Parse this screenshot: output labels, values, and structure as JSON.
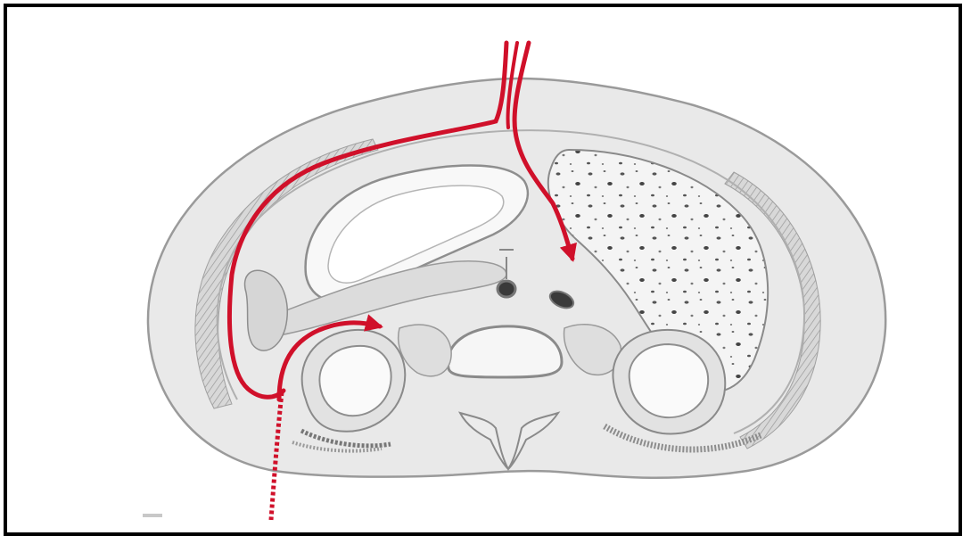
{
  "figure": {
    "type": "anatomical cross-section illustration",
    "text_labels": []
  },
  "colors": {
    "frame": "#000000",
    "background": "#ffffff",
    "body": "#e9e9e9",
    "outline": "#9a9a9a",
    "dark_structure": "#4a4a4a",
    "route_line": "#d0102a"
  },
  "routes": [
    {
      "id": "route-left-anterior",
      "style": "solid",
      "arrowhead": false
    },
    {
      "id": "route-medial",
      "style": "solid",
      "arrowhead": true
    },
    {
      "id": "route-posterolateral",
      "style": "solid",
      "arrowhead": true
    },
    {
      "id": "route-posterior",
      "style": "dashed",
      "arrowhead": false
    }
  ]
}
